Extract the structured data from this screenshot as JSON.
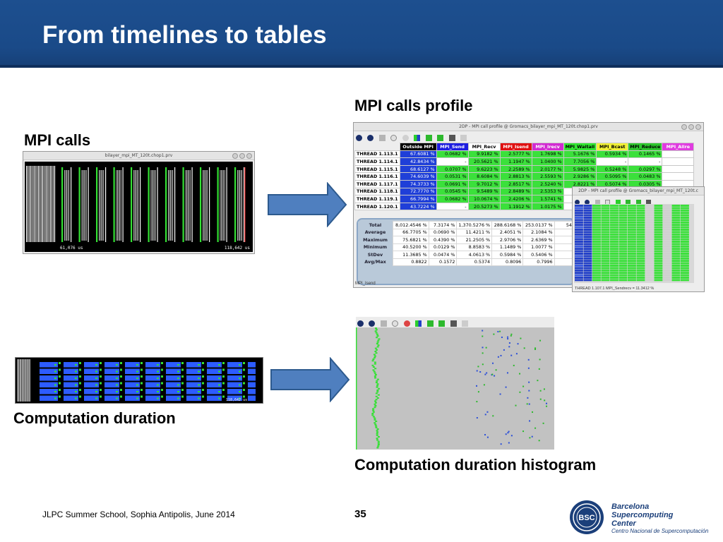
{
  "slide": {
    "title": "From timelines to tables",
    "labels": {
      "mpi_calls": "MPI calls",
      "mpi_profile": "MPI calls profile",
      "computation_duration": "Computation duration",
      "computation_histogram": "Computation duration histogram"
    },
    "footer": "JLPC Summer School, Sophia Antipolis, June 2014",
    "page_number": "35",
    "logo": {
      "abbr": "BSC",
      "name_line1": "Barcelona",
      "name_line2": "Supercomputing",
      "name_line3": "Center",
      "subtitle": "Centro Nacional de Supercomputación"
    }
  },
  "timeline_mpi": {
    "window_title": "bilayer_mpi_MT_120t.chop1.prv",
    "axis_start": "61,076 us",
    "axis_end": "118,642 us"
  },
  "timeline_comp": {
    "axis_end": "118,642 us"
  },
  "profile": {
    "window_title": "2DP - MPI call profile @ Gromacs_bilayer_mpi_MT_120t.chop1.prv",
    "columns": [
      "Outside MPI",
      "MPI_Send",
      "MPI_Recv",
      "MPI_Isend",
      "MPI_Irecv",
      "MPI_Waitall",
      "MPI_Bcast",
      "MPI_Reduce",
      "MPI_Allre"
    ],
    "column_colors": [
      "#000000",
      "#1d1de0",
      "#ffffff",
      "#e01010",
      "#d22bd2",
      "#32e632",
      "#f2f236",
      "#2ec72e",
      "#e03be0"
    ],
    "rows": [
      {
        "thread": "THREAD 1.113.1",
        "cells": [
          "67.6081 %",
          "0.0682 %",
          "9.9182 %",
          "2.5777 %",
          "1.7698 %",
          "5.1676 %",
          "0.5934 %",
          "0.1465 %",
          ""
        ]
      },
      {
        "thread": "THREAD 1.114.1",
        "cells": [
          "42.8434 %",
          "-",
          "20.5621 %",
          "1.1947 %",
          "1.0400 %",
          "7.7056 %",
          "-",
          "-",
          ""
        ]
      },
      {
        "thread": "THREAD 1.115.1",
        "cells": [
          "68.6127 %",
          "0.0707 %",
          "9.6223 %",
          "2.2589 %",
          "2.0177 %",
          "5.9825 %",
          "0.5248 %",
          "0.0297 %",
          ""
        ]
      },
      {
        "thread": "THREAD 1.116.1",
        "cells": [
          "74.6039 %",
          "0.0531 %",
          "8.6084 %",
          "2.8813 %",
          "2.5593 %",
          "2.9286 %",
          "0.5095 %",
          "0.0483 %",
          ""
        ]
      },
      {
        "thread": "THREAD 1.117.1",
        "cells": [
          "74.3733 %",
          "0.0691 %",
          "9.7012 %",
          "2.8517 %",
          "2.5240 %",
          "2.8221 %",
          "0.5074 %",
          "0.0305 %",
          ""
        ]
      },
      {
        "thread": "THREAD 1.118.1",
        "cells": [
          "72.7770 %",
          "0.0545 %",
          "9.5489 %",
          "2.8489 %",
          "2.5353 %",
          "",
          "",
          "",
          ""
        ]
      },
      {
        "thread": "THREAD 1.119.1",
        "cells": [
          "66.7994 %",
          "0.0682 %",
          "10.0674 %",
          "2.4206 %",
          "1.5741 %",
          "",
          "",
          "",
          ""
        ]
      },
      {
        "thread": "THREAD 1.120.1",
        "cells": [
          "43.7224 %",
          "-",
          "20.5273 %",
          "1.1912 %",
          "1.0175 %",
          "",
          "",
          "",
          ""
        ]
      }
    ],
    "stats": [
      {
        "name": "Total",
        "cells": [
          "8,012.4546 %",
          "7.3174 %",
          "1,370.5276 %",
          "288.6168 %",
          "253.0137 %",
          "54"
        ]
      },
      {
        "name": "Average",
        "cells": [
          "66.7705 %",
          "0.0690 %",
          "11.4211 %",
          "2.4051 %",
          "2.1084 %",
          ""
        ]
      },
      {
        "name": "Maximum",
        "cells": [
          "75.6821 %",
          "0.4390 %",
          "21.2505 %",
          "2.9706 %",
          "2.6369 %",
          ""
        ]
      },
      {
        "name": "Minimum",
        "cells": [
          "40.5200 %",
          "0.0129 %",
          "8.8583 %",
          "1.1489 %",
          "1.0077 %",
          ""
        ]
      },
      {
        "name": "StDev",
        "cells": [
          "11.3685 %",
          "0.0474 %",
          "4.0613 %",
          "0.5984 %",
          "0.5406 %",
          ""
        ]
      },
      {
        "name": "Avg/Max",
        "cells": [
          "0.8822",
          "0.1572",
          "0.5374",
          "0.8096",
          "0.7996",
          ""
        ]
      }
    ],
    "status_text": "MPI_Isend"
  },
  "profile2": {
    "window_title": "2DP - MPI call profile @ Gromacs_bilayer_mpi_MT_120t.c",
    "status_text": "THREAD 1.107.1  MPI_Sendrecv = 11.3412 %"
  },
  "colors": {
    "header_blue": "#1d4f8f",
    "arrow_fill": "#4f7fbf",
    "arrow_stroke": "#2d5a8e",
    "timeline_green": "#34e034",
    "timeline_blue": "#2d5cff",
    "histogram_bg": "#c2c2c2"
  }
}
